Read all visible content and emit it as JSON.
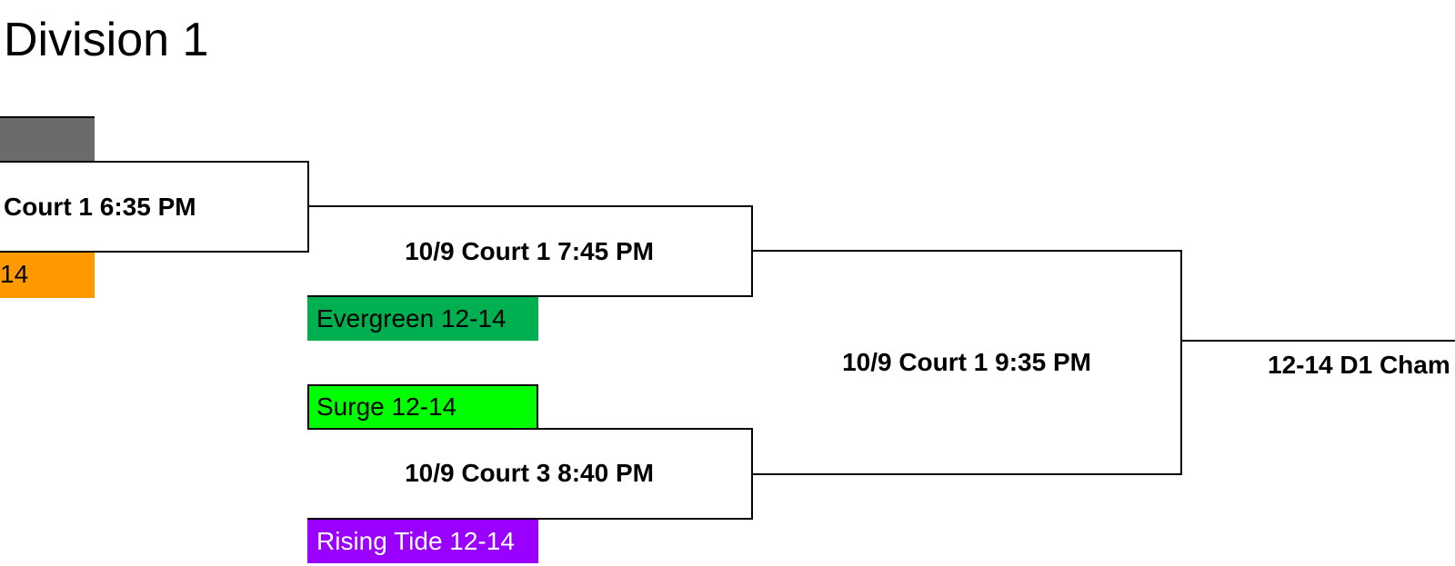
{
  "page_title": "Division 1",
  "colors": {
    "tbd": "#6b6b6b",
    "orange": "#ff9900",
    "evergreen": "#00b050",
    "surge": "#00ff00",
    "rising_tide": "#9900ff"
  },
  "round1": {
    "game_label": "Court 1 6:35 PM",
    "team_top_label": "",
    "team_bottom_label": "14"
  },
  "round2": {
    "upper_game_label": "10/9 Court 1 7:45 PM",
    "lower_game_label": "10/9 Court 3 8:40 PM",
    "teams": [
      "Evergreen 12-14",
      "Surge 12-14",
      "Rising Tide 12-14"
    ]
  },
  "semifinal": {
    "game_label": "10/9 Court 1 9:35 PM"
  },
  "final": {
    "label": "12-14 D1 Cham"
  }
}
